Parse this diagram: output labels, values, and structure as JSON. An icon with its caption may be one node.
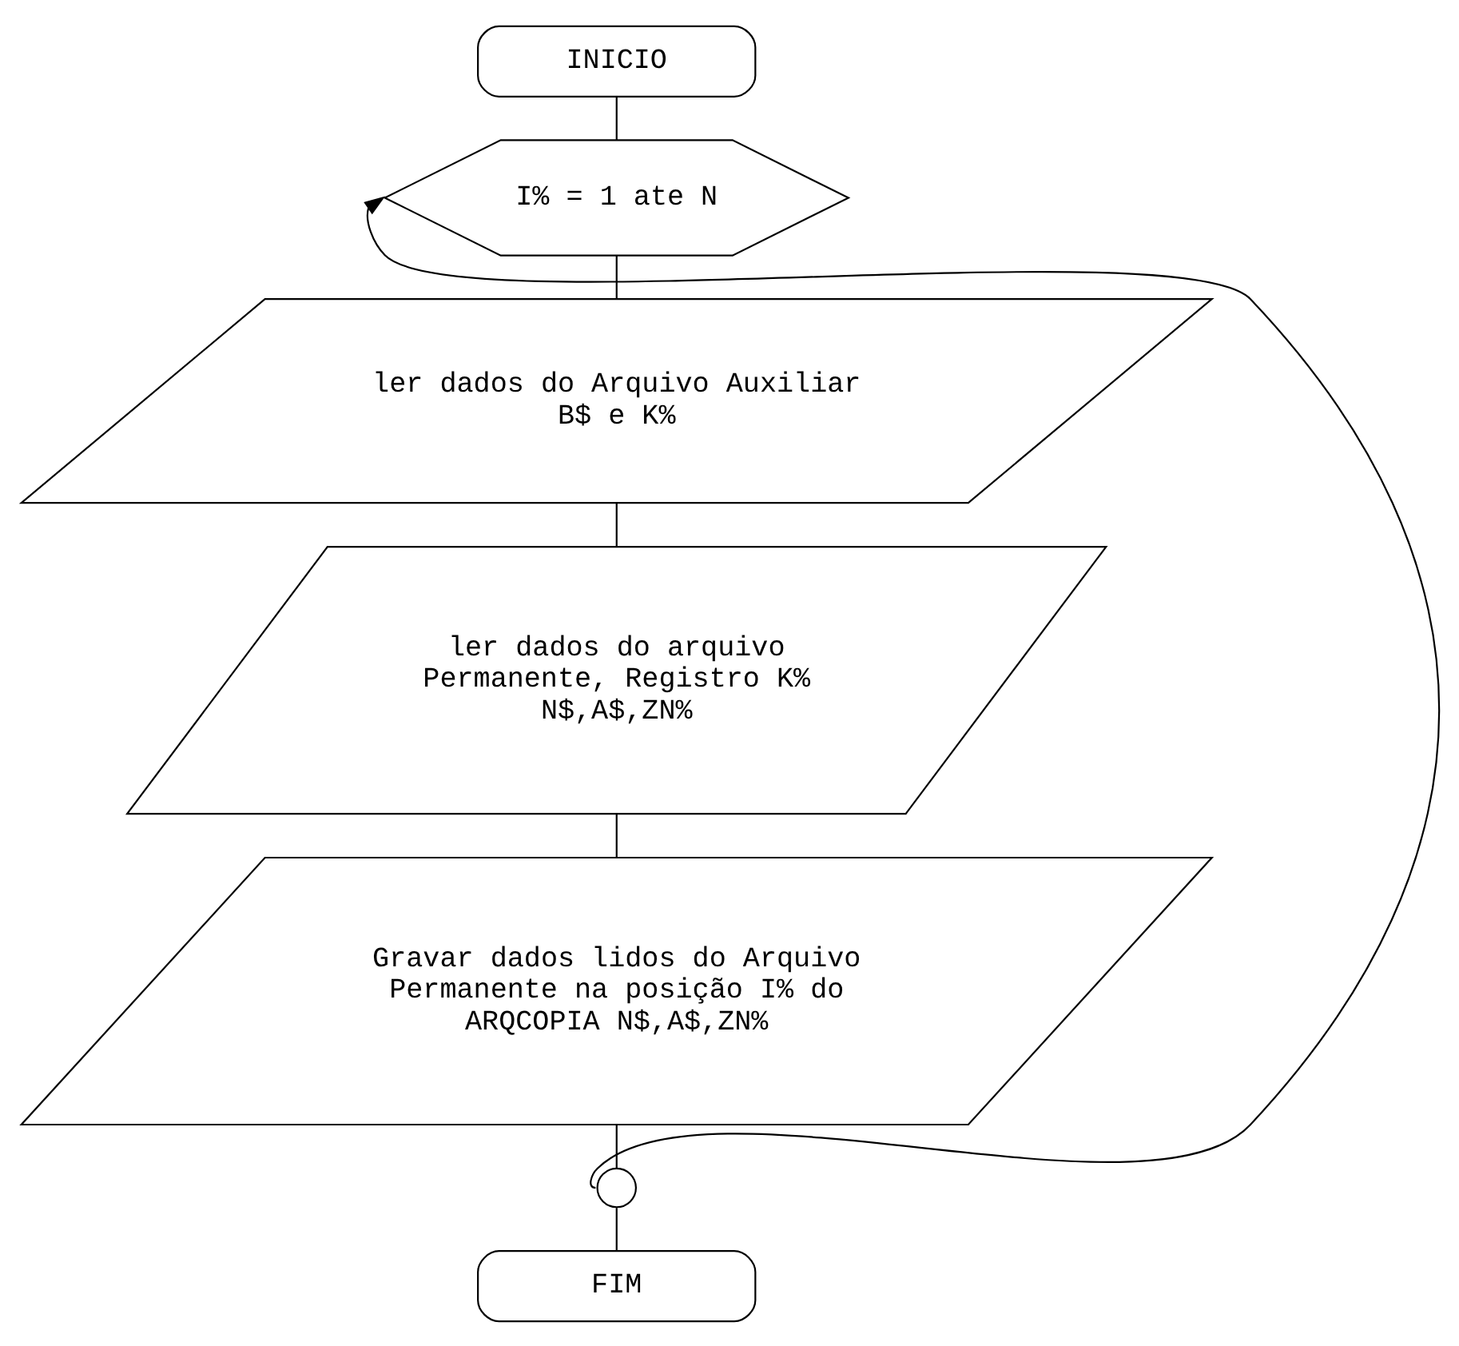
{
  "diagram": {
    "nodes": [
      {
        "text": [
          "INICIO"
        ]
      },
      {
        "text": [
          "I% = 1 ate N"
        ]
      },
      {
        "text": [
          "ler dados do Arquivo Auxiliar B$ e K%"
        ]
      },
      {
        "text": [
          "ler dados do arquivo Permanente, Registro K% N$,A$,ZN%"
        ]
      },
      {
        "text": [
          "Gravar dados lidos do Arquivo Permanente na posição I% do ARQCOPIA N$,A$,ZN%"
        ]
      },
      {
        "text": [],
        "shape": "circle"
      },
      {
        "text": [
          "FIM"
        ]
      }
    ],
    "edges": [
      {
        "from": 0,
        "to": 1,
        "arrow": "none"
      },
      {
        "from": 1,
        "to": 2,
        "arrow": "none"
      },
      {
        "from": 2,
        "to": 3,
        "arrow": "none"
      },
      {
        "from": 3,
        "to": 4,
        "arrow": "none"
      },
      {
        "from": 4,
        "to": 5,
        "arrow": "none"
      },
      {
        "from": 5,
        "to": 1,
        "arrow": "to"
      },
      {
        "from": 5,
        "to": 6,
        "arrow": "none"
      }
    ]
  }
}
